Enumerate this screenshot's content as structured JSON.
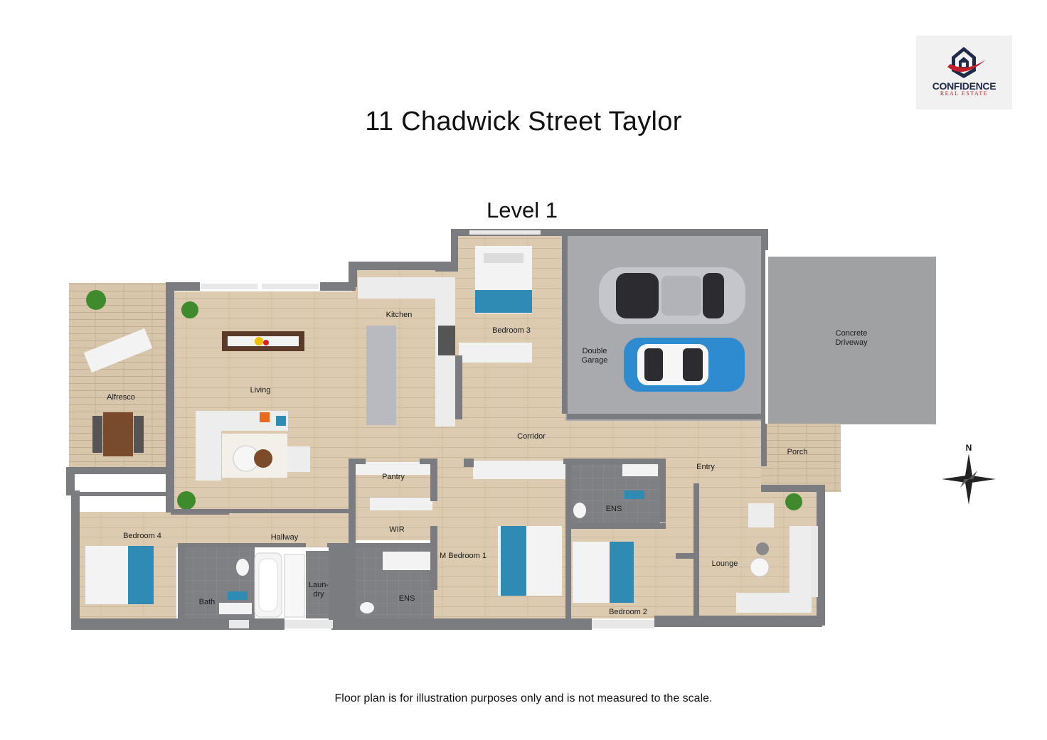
{
  "header": {
    "title": "11 Chadwick Street Taylor",
    "level": "Level 1"
  },
  "logo": {
    "brand": "CONFIDENCE",
    "sub": "REAL ESTATE",
    "icon": "house-shield-icon",
    "colors": {
      "navy": "#1e2a47",
      "red": "#c0202a"
    }
  },
  "rooms": {
    "alfresco": "Alfresco",
    "living": "Living",
    "kitchen": "Kitchen",
    "bedroom3": "Bedroom 3",
    "double_garage": [
      "Double",
      "Garage"
    ],
    "concrete_driveway": [
      "Concrete",
      "Driveway"
    ],
    "corridor": "Corridor",
    "porch": "Porch",
    "entry": "Entry",
    "pantry": "Pantry",
    "ens_upper": "ENS",
    "wir": "WIR",
    "m_bedroom1": "M Bedroom 1",
    "bedroom4": "Bedroom 4",
    "hallway": "Hallway",
    "bath": "Bath",
    "laundry": [
      "Laun-",
      "dry"
    ],
    "ens_lower": "ENS",
    "bedroom2": "Bedroom 2",
    "lounge": "Lounge"
  },
  "compass": {
    "north": "N"
  },
  "footer": {
    "note": "Floor plan is for illustration purposes only and is not measured to the scale."
  },
  "colors": {
    "wall": "#7b7c80",
    "floor_wood": "#dccbb0",
    "floor_tile": "#7f8083",
    "garage": "#a9aaad",
    "driveway": "#a0a1a3",
    "deck": "#d8c6ac",
    "accent_blue": "#2f8bb3"
  }
}
